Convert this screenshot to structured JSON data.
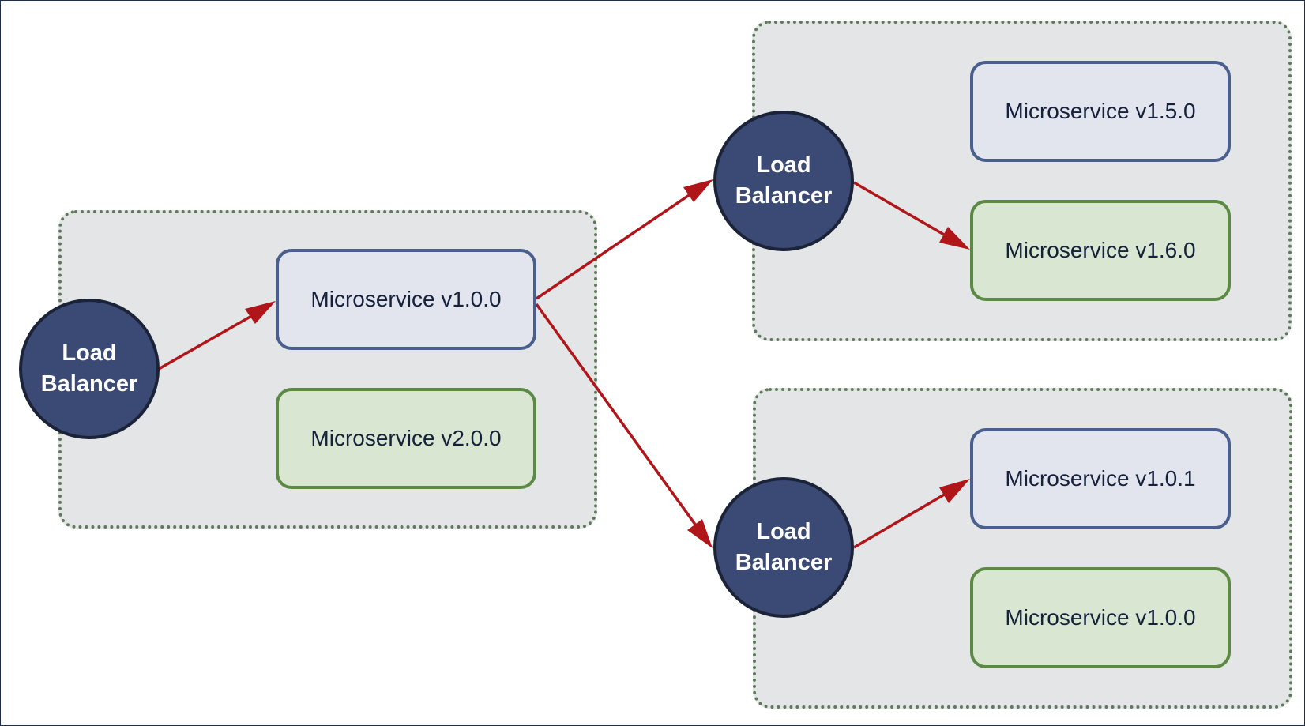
{
  "colors": {
    "group_fill": "#e3e5e6",
    "group_border": "#5f7a5a",
    "lb_fill": "#3a4a74",
    "lb_border": "#1b2338",
    "blue_fill": "#e3e5ee",
    "blue_border": "#4a5f8e",
    "green_fill": "#d9e7d2",
    "green_border": "#5c8a45",
    "arrow": "#b0151a"
  },
  "load_balancers": [
    {
      "line1": "Load",
      "line2": "Balancer"
    },
    {
      "line1": "Load",
      "line2": "Balancer"
    },
    {
      "line1": "Load",
      "line2": "Balancer"
    }
  ],
  "services": {
    "left_group": [
      "Microservice v1.0.0",
      "Microservice v2.0.0"
    ],
    "top_right_group": [
      "Microservice v1.5.0",
      "Microservice v1.6.0"
    ],
    "bottom_right_group": [
      "Microservice v1.0.1",
      "Microservice v1.0.0"
    ]
  },
  "edges": [
    {
      "from": "Load Balancer (left)",
      "to": "Microservice v1.0.0"
    },
    {
      "from": "Microservice v1.0.0",
      "to": "Load Balancer (top-right)"
    },
    {
      "from": "Microservice v1.0.0",
      "to": "Load Balancer (bottom-right)"
    },
    {
      "from": "Load Balancer (top-right)",
      "to": "Microservice v1.6.0"
    },
    {
      "from": "Load Balancer (bottom-right)",
      "to": "Microservice v1.0.1"
    }
  ]
}
